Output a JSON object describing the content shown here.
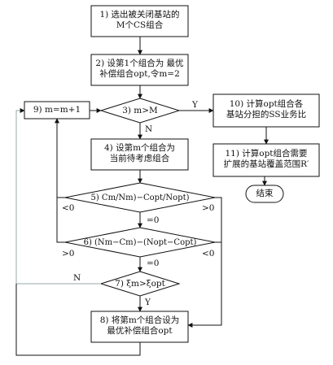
{
  "steps": {
    "s1": {
      "line1": "1) 选出被关闭基站的",
      "line2": "M个CS组合"
    },
    "s2": {
      "line1": "2) 设第1个组合为 最优",
      "line2": "补偿组合opt,令m=2"
    },
    "s3": {
      "text": "3) m>M"
    },
    "s4": {
      "line1": "4) 设第m个组合为",
      "line2": "当前待考虑组合"
    },
    "s5": {
      "text": "5) Cm/Nm)−Copt/Nopt)"
    },
    "s6": {
      "text": "6) (Nm−Cm)−(Nopt−Copt)"
    },
    "s7": {
      "text": "7) ξm>ξopt"
    },
    "s8": {
      "line1": "8) 将第m个组合设为",
      "line2": "最优补偿组合opt"
    },
    "s9": {
      "text": "9) m=m+1"
    },
    "s10": {
      "line1": "10) 计算opt组合各",
      "line2": "基站分担的SS业务比"
    },
    "s11": {
      "line1": "11) 计算opt组合需要",
      "line2": "扩展的基站覆盖范围R′"
    },
    "end": {
      "text": "结束"
    }
  },
  "edge_labels": {
    "y3": "Y",
    "n3": "N",
    "lt0_5": "<0",
    "gt0_5": ">0",
    "eq0_5": "=0",
    "gt0_6": ">0",
    "lt0_6": "<0",
    "eq0_6": "=0",
    "n7": "N",
    "y7": "Y"
  }
}
